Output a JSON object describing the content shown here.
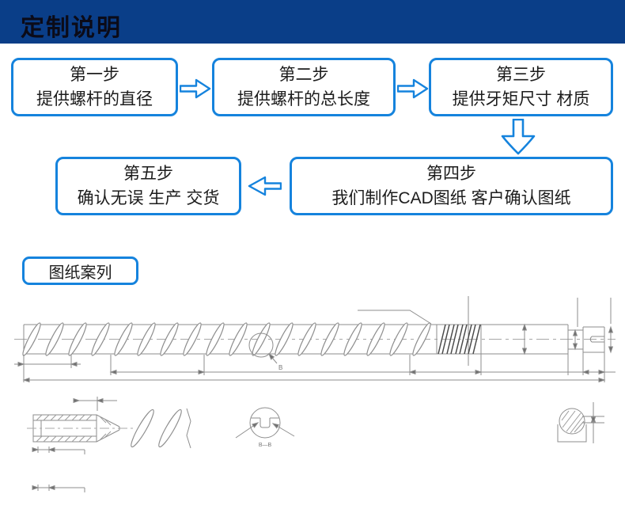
{
  "header": {
    "title": "定制说明",
    "bg_color": "#0a3e88",
    "text_color": "#0b0b18"
  },
  "flowchart": {
    "accent_color": "#1583dd",
    "steps": [
      {
        "title": "第一步",
        "desc": "提供螺杆的直径"
      },
      {
        "title": "第二步",
        "desc": "提供螺杆的总长度"
      },
      {
        "title": "第三步",
        "desc": "提供牙矩尺寸 材质"
      },
      {
        "title": "第四步",
        "desc": "我们制作CAD图纸 客户确认图纸"
      },
      {
        "title": "第五步",
        "desc": "确认无误 生产 交货"
      }
    ]
  },
  "drawing": {
    "section_label": "图纸案列",
    "detail_callout_label": "B",
    "section_view_label": "B—B",
    "line_color": "#8e8e8e"
  }
}
